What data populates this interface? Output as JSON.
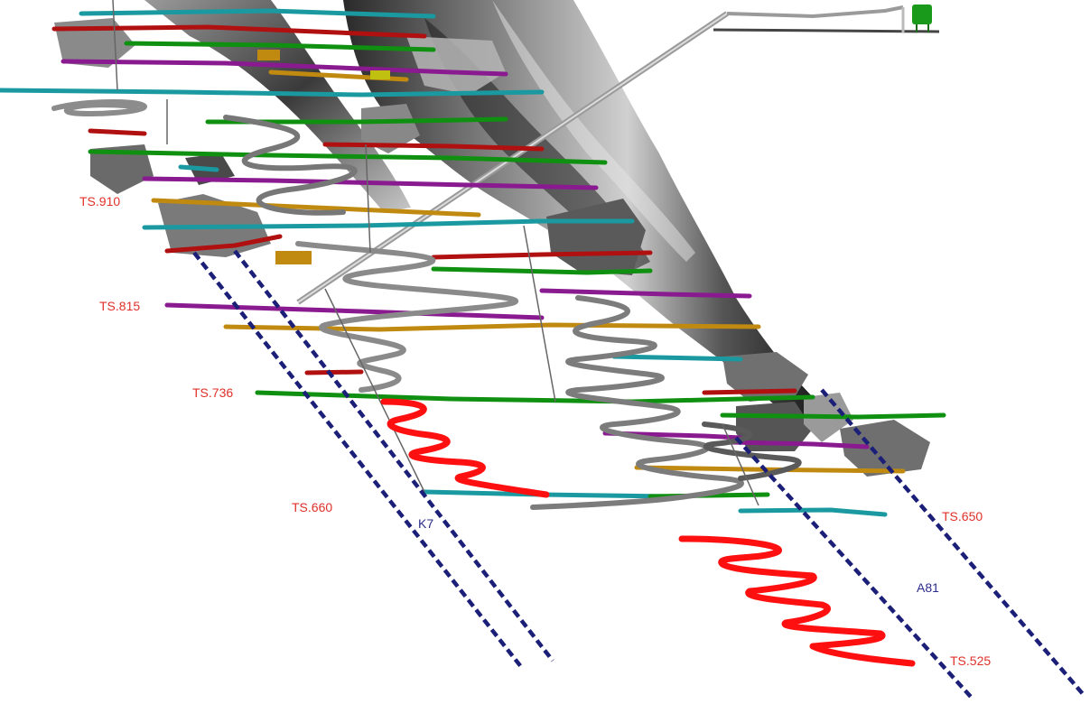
{
  "level_labels": [
    "TS.910",
    "TS.815",
    "TS.736",
    "TS.660",
    "TS.650",
    "TS.525"
  ],
  "decline_labels": [
    "K7",
    "A81"
  ],
  "colors": {
    "level_label": "#e0302a",
    "decline_label": "#2b2d8a",
    "decline_dash": "#1b1f78",
    "planned_ramp": "#ff1010",
    "drive_teal": "#1a9aa0",
    "drive_green": "#109010",
    "drive_purple": "#8a1a90",
    "drive_gold": "#c08a10",
    "drive_red": "#b01010",
    "orebody_gray": "#6a6a6a",
    "headframe_green": "#1a9a1a"
  }
}
